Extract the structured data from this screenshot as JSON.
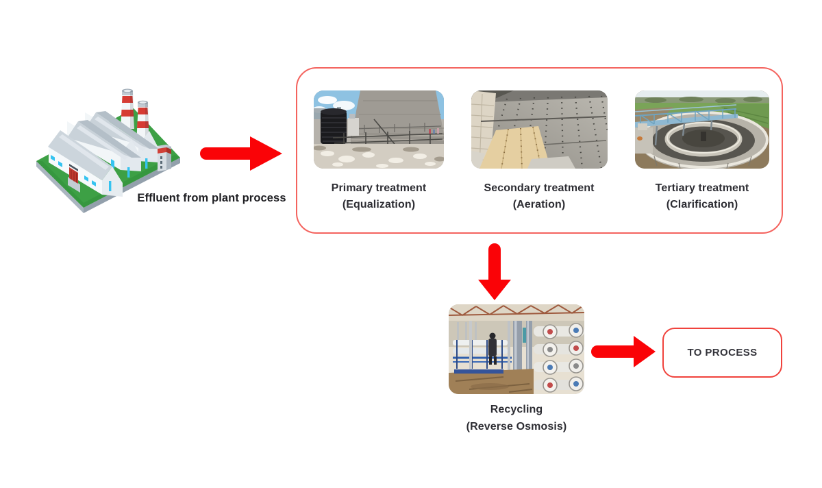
{
  "diagram": {
    "source": {
      "label": "Effluent from plant process"
    },
    "treatment_box": {
      "stages": [
        {
          "title": "Primary treatment",
          "subtitle": "(Equalization)",
          "image": "equalization-photo"
        },
        {
          "title": "Secondary treatment",
          "subtitle": "(Aeration)",
          "image": "aeration-photo"
        },
        {
          "title": "Tertiary treatment",
          "subtitle": "(Clarification)",
          "image": "clarification-photo"
        }
      ]
    },
    "recycling": {
      "title": "Recycling",
      "subtitle": "(Reverse Osmosis)",
      "image": "reverse-osmosis-photo"
    },
    "destination": {
      "label": "TO PROCESS"
    }
  },
  "colors": {
    "arrow_red": "#fa0307",
    "treatment_box_border": "#f4635e",
    "process_box_border": "#f0423c",
    "caption_text": "#2d2d33"
  }
}
